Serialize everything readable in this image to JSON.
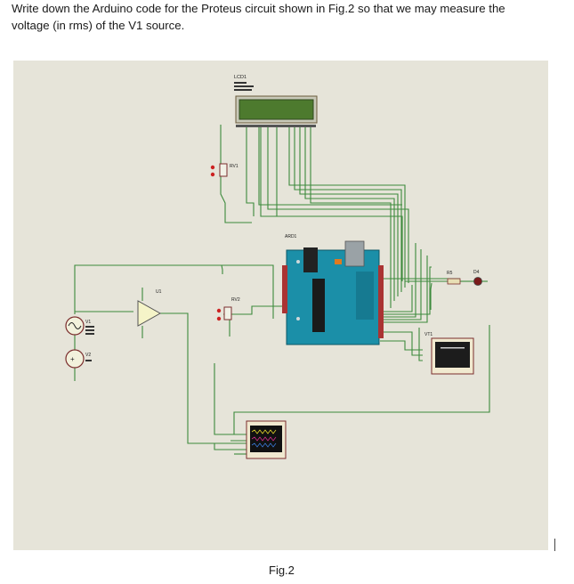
{
  "question": {
    "line1": "Write down the Arduino code for the Proteus circuit shown in Fig.2 so that we may measure the",
    "line2": "voltage (in rms) of the V1 source."
  },
  "figure": {
    "caption": "Fig.2",
    "labels": {
      "lcd": "LCD1",
      "rv1": "RV1",
      "rv2": "RV2",
      "u1": "U1",
      "v1": "V1",
      "v2": "V2",
      "ard": "ARD1",
      "r5": "R5",
      "d4": "D4",
      "vt1": "VT1"
    }
  }
}
